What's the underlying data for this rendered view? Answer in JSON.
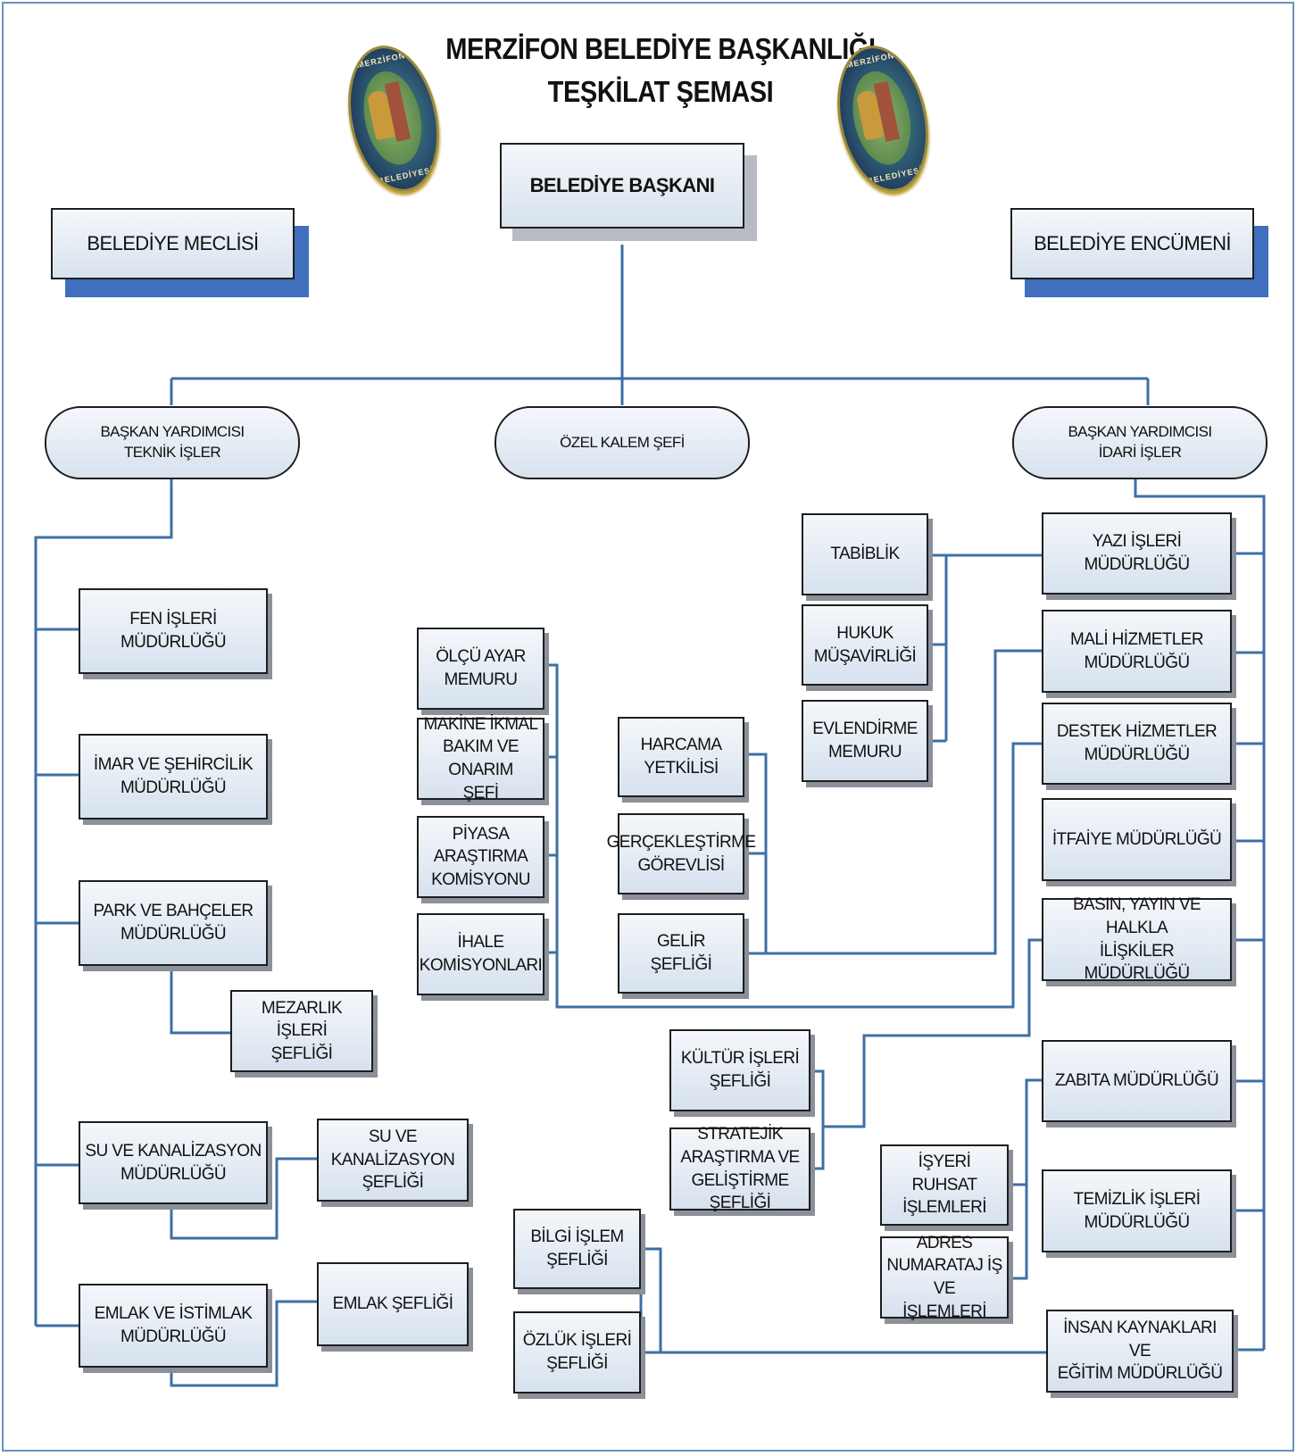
{
  "title": {
    "line1": "MERZİFON BELEDİYE BAŞKANLIĞI",
    "line2": "TEŞKİLAT ŞEMASI"
  },
  "seal": {
    "top_text": "MERZİFON",
    "bottom_text": "BELEDİYESİ"
  },
  "mayor": "BELEDİYE BAŞKANI",
  "council": "BELEDİYE MECLİSİ",
  "committee": "BELEDİYE ENCÜMENİ",
  "deputy_technical": "BAŞKAN YARDIMCISI\nTEKNİK İŞLER",
  "private_office": "ÖZEL KALEM ŞEFİ",
  "deputy_admin": "BAŞKAN YARDIMCISI\nİDARİ İŞLER",
  "left": {
    "fen": "FEN İŞLERİ MÜDÜRLÜĞÜ",
    "imar": "İMAR VE ŞEHİRCİLİK\nMÜDÜRLÜĞÜ",
    "park": "PARK VE BAHÇELER\nMÜDÜRLÜĞÜ",
    "mezarlik": "MEZARLIK İŞLERİ\nŞEFLİĞİ",
    "su": "SU VE KANALİZASYON\nMÜDÜRLÜĞÜ",
    "su_sef": "SU VE KANALİZASYON\nŞEFLİĞİ",
    "emlak": "EMLAK VE İSTİMLAK\nMÜDÜRLÜĞÜ",
    "emlak_sef": "EMLAK ŞEFLİĞİ"
  },
  "mid1": {
    "olcu": "ÖLÇÜ AYAR\nMEMURU",
    "makine": "MAKİNE İKMAL\nBAKIM VE ONARIM\nŞEFİ",
    "piyasa": "PİYASA\nARAŞTIRMA\nKOMİSYONU",
    "ihale": "İHALE\nKOMİSYONLARI"
  },
  "mid2": {
    "harcama": "HARCAMA\nYETKİLİSİ",
    "gerceklestirme": "GERÇEKLEŞTİRME\nGÖREVLİSİ",
    "gelir": "GELİR\nŞEFLİĞİ"
  },
  "upper_right": {
    "tabiblik": "TABİBLİK",
    "hukuk": "HUKUK\nMÜŞAVİRLİĞİ",
    "evlendirme": "EVLENDİRME\nMEMURU"
  },
  "right": {
    "yazi": "YAZI İŞLERİ MÜDÜRLÜĞÜ",
    "mali": "MALİ HİZMETLER\nMÜDÜRLÜĞÜ",
    "destek": "DESTEK HİZMETLER\nMÜDÜRLÜĞÜ",
    "itfaiye": "İTFAİYE MÜDÜRLÜĞÜ",
    "basin": "BASIN, YAYIN VE HALKLA\nİLİŞKİLER MÜDÜRLÜĞÜ",
    "zabita": "ZABITA MÜDÜRLÜĞÜ",
    "temizlik": "TEMİZLİK İŞLERİ\nMÜDÜRLÜĞÜ",
    "insan": "İNSAN KAYNAKLARI VE\nEĞİTİM MÜDÜRLÜĞÜ"
  },
  "culture": {
    "kultur": "KÜLTÜR İŞLERİ\nŞEFLİĞİ",
    "stratejik": "STRATEJİK\nARAŞTIRMA VE\nGELİŞTİRME ŞEFLİĞİ"
  },
  "zabita_sub": {
    "isyeri": "İŞYERİ RUHSAT\nİŞLEMLERİ",
    "adres": "ADRES\nNUMARATAJ İŞ VE\nİŞLEMLERİ"
  },
  "hr_sub": {
    "bilgi": "BİLGİ İŞLEM\nŞEFLİĞİ",
    "ozluk": "ÖZLÜK İŞLERİ\nŞEFLİĞİ"
  },
  "colors": {
    "connector": "#3e6fa6",
    "big_shadow": "#3f6fbd",
    "frame": "#6d8fb8"
  }
}
